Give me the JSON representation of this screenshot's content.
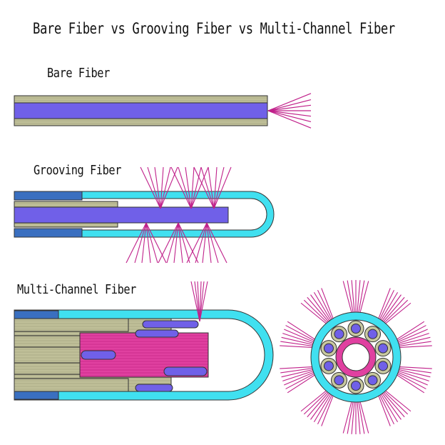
{
  "title": "Bare Fiber vs Grooving Fiber vs Multi-Channel Fiber",
  "sections": {
    "bare": "Bare Fiber",
    "grooving": "Grooving Fiber",
    "multi_channel": "Multi-Channel Fiber"
  },
  "colors": {
    "cladding": "#c8c8a0",
    "core": "#7060e8",
    "jacket": "#3a6fc0",
    "tube": "#40e0f0",
    "channel_fill": "#e040a0",
    "light_rays": "#c0208a",
    "outline": "#333333"
  }
}
